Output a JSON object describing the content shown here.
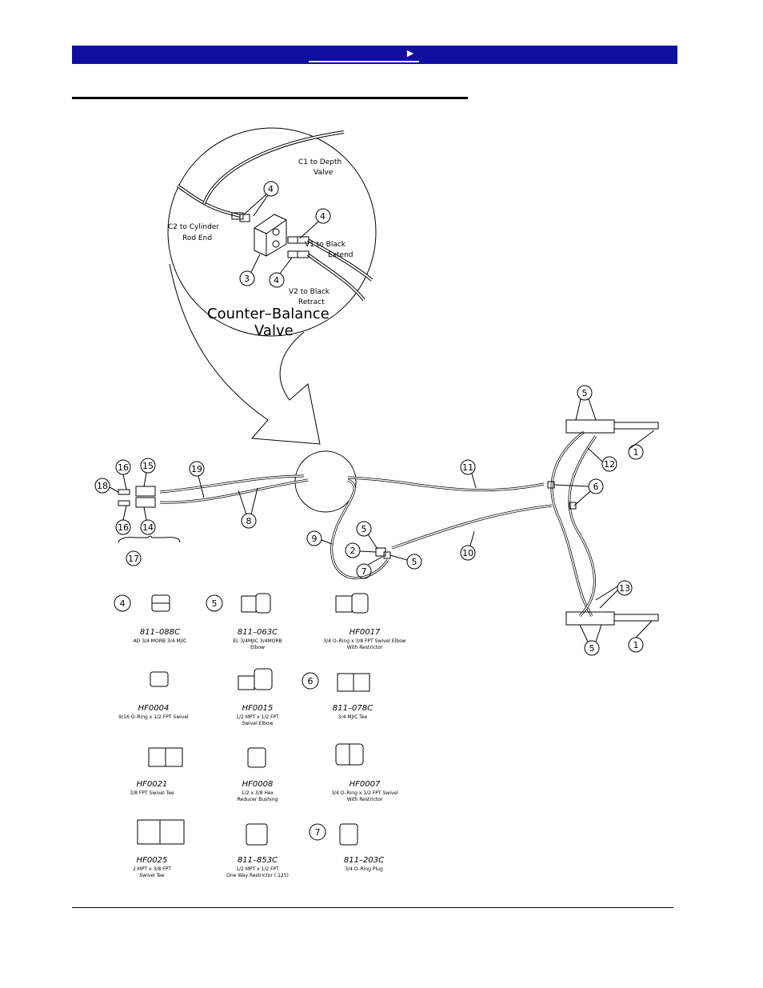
{
  "header": {
    "nav_arrow": "►"
  },
  "inset": {
    "labels": {
      "c1_line1": "C1 to Depth",
      "c1_line2": "Valve",
      "c2_line1": "C2 to Cylinder",
      "c2_line2": "Rod End",
      "v1_line1": "V1 to Black",
      "v1_line2": "Extend",
      "v2_line1": "V2 to Black",
      "v2_line2": "Retract"
    },
    "title_line1": "Counter–Balance",
    "title_line2": "Valve",
    "callouts": {
      "a": "4",
      "b": "4",
      "c": "4",
      "d": "3"
    }
  },
  "main_callouts": {
    "c5_top": "5",
    "c1_top": "1",
    "c12": "12",
    "c6": "6",
    "c11": "11",
    "c16_top": "16",
    "c15": "15",
    "c19": "19",
    "c18": "18",
    "c16_bot": "16",
    "c14": "14",
    "c8": "8",
    "c17": "17",
    "c9": "9",
    "c5_mid": "5",
    "c2": "2",
    "c7": "7",
    "c5_right": "5",
    "c10": "10",
    "c13": "13",
    "c5_bot": "5",
    "c1_bot": "1"
  },
  "parts": [
    {
      "callout": "4",
      "pn": "811–088C",
      "desc1": "AD 3/4 MORB 3/4 MJIC",
      "desc2": ""
    },
    {
      "callout": "5",
      "pn": "811–063C",
      "desc1": "EL 3/4MJIC 3/4MORB",
      "desc2": "Elbow"
    },
    {
      "callout": "",
      "pn": "HF0017",
      "desc1": "3/4 O–Ring x 3/8 FPT Swivel Elbow",
      "desc2": "With Restrictor"
    },
    {
      "callout": "",
      "pn": "HF0004",
      "desc1": "9/16 O–Ring x 1/2 FPT Swivel",
      "desc2": ""
    },
    {
      "callout": "",
      "pn": "HF0015",
      "desc1": "1/2 MPT x 1/2 FPT",
      "desc2": "Swivel Elbow"
    },
    {
      "callout": "6",
      "pn": "811–078C",
      "desc1": "3/4 MJIC Tee",
      "desc2": ""
    },
    {
      "callout": "",
      "pn": "HF0021",
      "desc1": "3/8 FPT Swivel Tee",
      "desc2": ""
    },
    {
      "callout": "",
      "pn": "HF0008",
      "desc1": "1/2  x 3/8 Hex",
      "desc2": "Reducer Bushing"
    },
    {
      "callout": "",
      "pn": "HF0007",
      "desc1": "3/4 O–Ring x 1/2 FPT Swivel",
      "desc2": "With Restrictor"
    },
    {
      "callout": "",
      "pn": "HF0025",
      "desc1": "2 MPT x 3/8 FPT",
      "desc2": "Swivel Tee"
    },
    {
      "callout": "",
      "pn": "811–853C",
      "desc1": "1/2 MPT x 1/2 FPT",
      "desc2": "One Way Restrictor (.125)"
    },
    {
      "callout": "7",
      "pn": "811–203C",
      "desc1": "3/4 O–Ring Plug",
      "desc2": ""
    }
  ]
}
